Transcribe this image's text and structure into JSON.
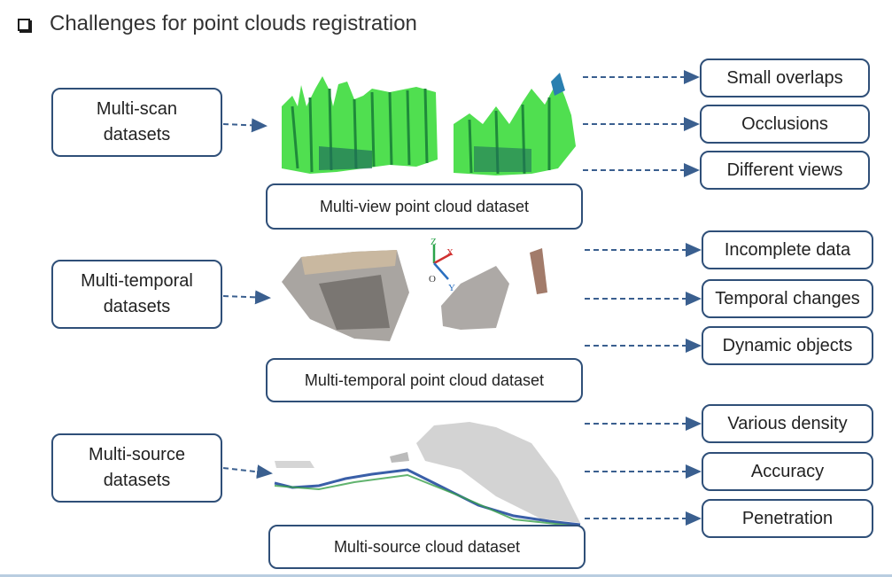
{
  "title": "Challenges for point clouds registration",
  "rows": [
    {
      "dataset": "Multi-scan\ndatasets",
      "caption": "Multi-view point cloud dataset",
      "challenges": [
        "Small overlaps",
        "Occlusions",
        "Different views"
      ]
    },
    {
      "dataset": "Multi-temporal\ndatasets",
      "caption": "Multi-temporal point cloud dataset",
      "challenges": [
        "Incomplete data",
        "Temporal changes",
        "Dynamic objects"
      ]
    },
    {
      "dataset": "Multi-source\ndatasets",
      "caption": "Multi-source cloud dataset",
      "challenges": [
        "Various density",
        "Accuracy",
        "Penetration"
      ]
    }
  ],
  "axis_labels": {
    "z": "Z",
    "x": "X",
    "y": "Y",
    "origin": "O"
  },
  "colors": {
    "border": "#2f4f78",
    "arrow": "#3a5f8f",
    "scan_green": "#3ddc3d",
    "scan_dark": "#1f8a3a"
  }
}
